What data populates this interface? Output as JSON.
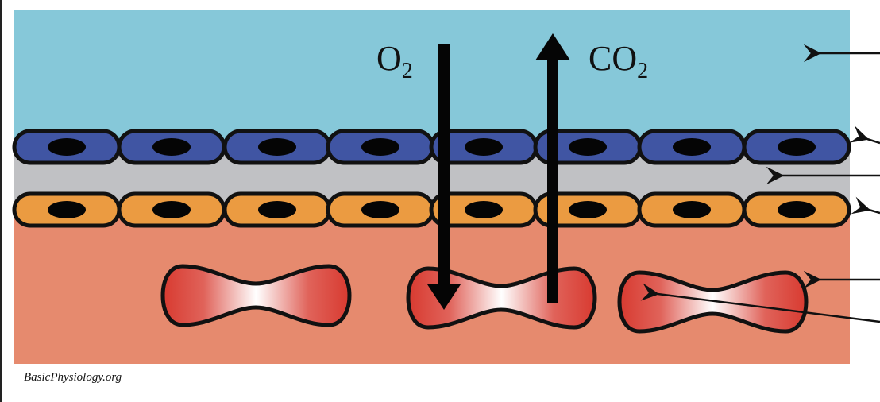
{
  "diagram": {
    "gas_labels": {
      "oxygen": {
        "base": "O",
        "subscript": "2"
      },
      "carbon_dioxide": {
        "base": "CO",
        "subscript": "2"
      }
    },
    "credit": "BasicPhysiology.org",
    "colors": {
      "alveolar_air": "#86c8d9",
      "epithelium": "#4055a3",
      "interstitium": "#c0c1c4",
      "endothelium": "#eb9b41",
      "plasma": "#e68a6e",
      "red_cell": "#d83a30",
      "nucleus": "#050505",
      "outline": "#111111"
    },
    "icons": {
      "cell_nucleus": "ellipse-nucleus-icon",
      "red_blood_cell": "biconcave-rbc-icon",
      "pointer": "arrow-left-icon"
    }
  }
}
